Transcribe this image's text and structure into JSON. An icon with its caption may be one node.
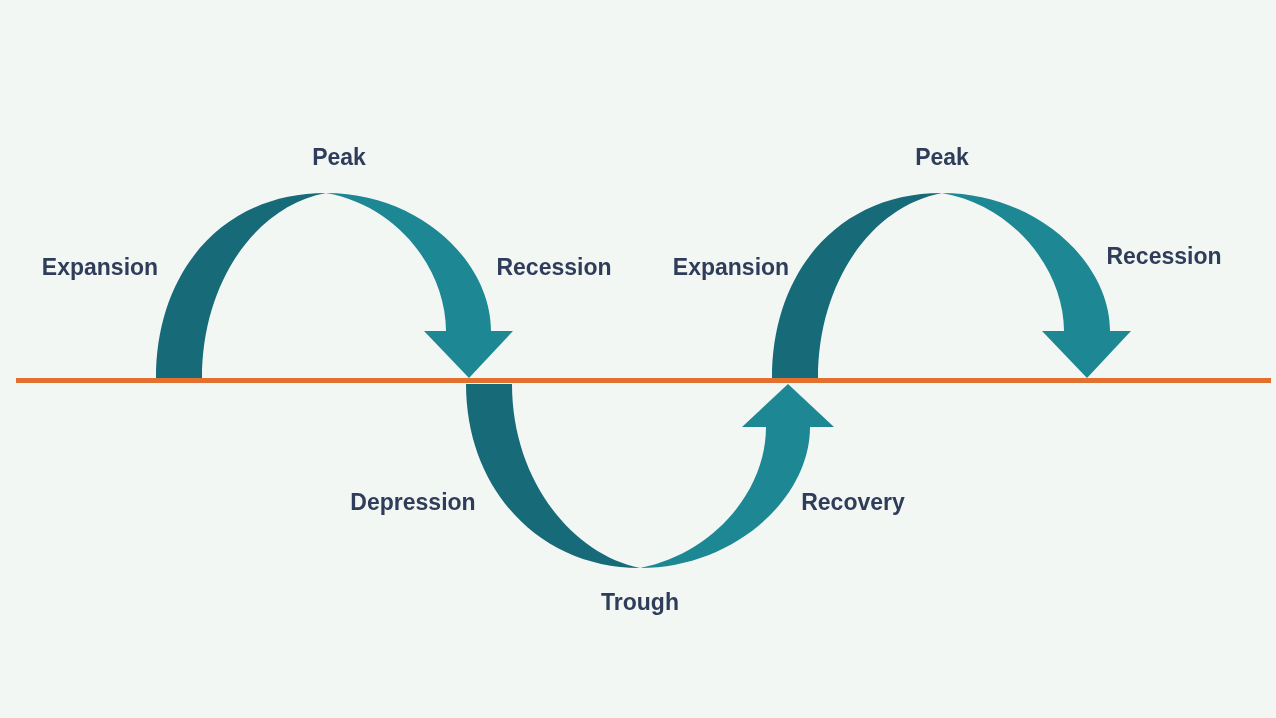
{
  "diagram": {
    "labels": [
      "Expansion",
      "Peak",
      "Recession",
      "Depression",
      "Trough",
      "Recovery",
      "Expansion",
      "Peak",
      "Recession"
    ]
  }
}
